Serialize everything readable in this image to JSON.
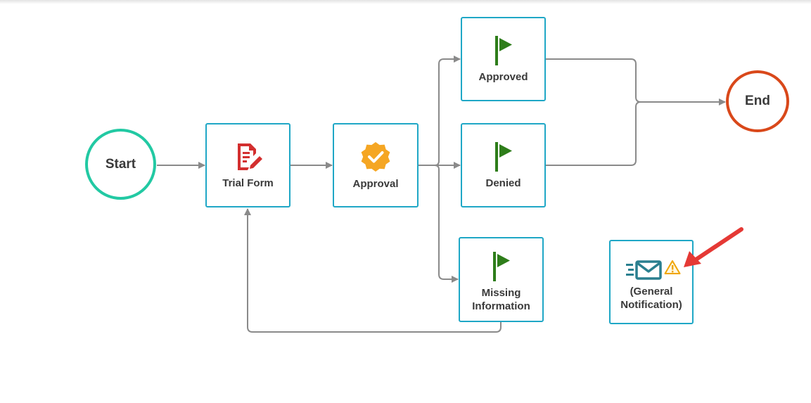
{
  "nodes": {
    "start": {
      "label": "Start"
    },
    "end": {
      "label": "End"
    },
    "trial_form": {
      "label": "Trial Form"
    },
    "approval": {
      "label": "Approval"
    },
    "approved": {
      "label": "Approved"
    },
    "denied": {
      "label": "Denied"
    },
    "missing_information": {
      "label_line1": "Missing",
      "label_line2": "Information"
    },
    "general_notification": {
      "label_line1": "(General",
      "label_line2": "Notification)"
    }
  },
  "edges": [
    {
      "from": "Start",
      "to": "Trial Form"
    },
    {
      "from": "Trial Form",
      "to": "Approval"
    },
    {
      "from": "Approval",
      "to": "Approved"
    },
    {
      "from": "Approval",
      "to": "Denied"
    },
    {
      "from": "Approval",
      "to": "Missing Information"
    },
    {
      "from": "Approved",
      "to": "End"
    },
    {
      "from": "Denied",
      "to": "End"
    },
    {
      "from": "Missing Information",
      "to": "Trial Form"
    }
  ],
  "icons": {
    "trial_form": "form-edit-icon",
    "approval": "verified-badge-icon",
    "approved": "flag-icon",
    "denied": "flag-icon",
    "missing_information": "flag-icon",
    "general_notification": "email-send-icon",
    "warning": "warning-icon",
    "annotation": "red-arrow-icon"
  },
  "colors": {
    "start_border": "#22c9a3",
    "end_border": "#d9481a",
    "node_border": "#1fa7c6",
    "edge": "#8a8a8a",
    "flag": "#2e7d1a",
    "form_icon": "#d32f2f",
    "approval_icon": "#f5a623",
    "email_icon": "#2a7f8f",
    "warning": "#f0a500",
    "annotation_arrow": "#e53935"
  }
}
